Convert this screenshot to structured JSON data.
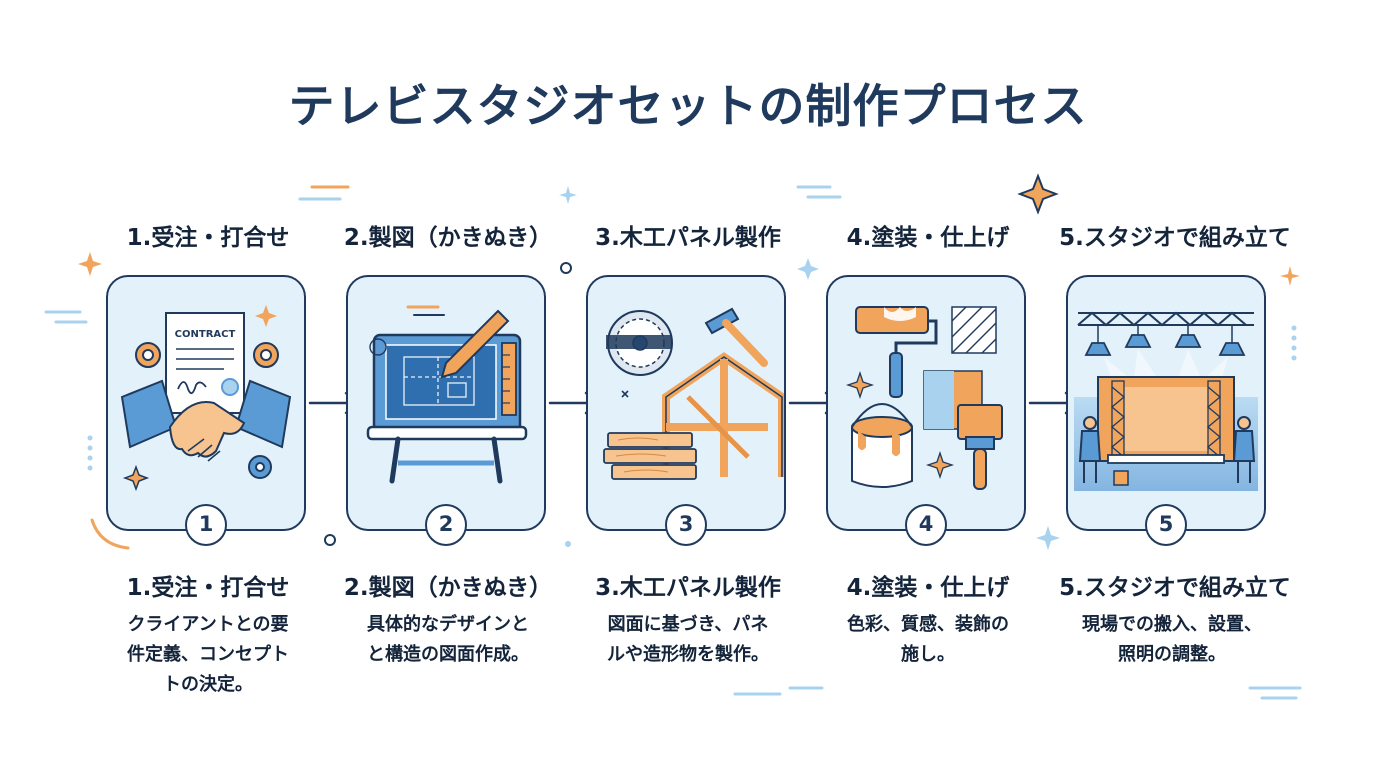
{
  "title": "テレビスタジオセットの制作プロセス",
  "steps": [
    {
      "number": "1",
      "label": "1.受注・打合せ",
      "desc": [
        "クライアントとの要",
        "件定義、コンセプト",
        "トの決定。"
      ],
      "contract": "CONTRACT"
    },
    {
      "number": "2",
      "label": "2.製図（かきぬき）",
      "desc": [
        "具体的なデザインと",
        "と構造の図面作成。"
      ]
    },
    {
      "number": "3",
      "label": "3.木工パネル製作",
      "desc": [
        "図面に基づき、パネ",
        "ルや造形物を製作。"
      ]
    },
    {
      "number": "4",
      "label": "4.塗装・仕上げ",
      "desc": [
        "色彩、質感、装飾の",
        "施し。"
      ]
    },
    {
      "number": "5",
      "label": "5.スタジオで組み立て",
      "desc": [
        "現場での搬入、設置、",
        "照明の調整。"
      ]
    }
  ],
  "colors": {
    "navy": "#1f3a5c",
    "panel": "#e3f1fb",
    "orange": "#f0a45c",
    "blue": "#5b9bd5",
    "light_blue": "#a9d2ef"
  }
}
